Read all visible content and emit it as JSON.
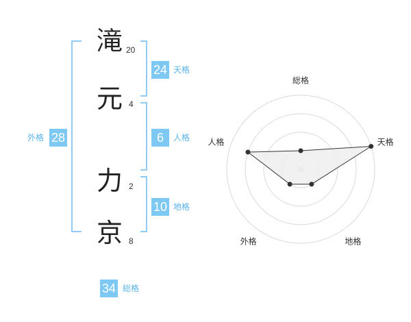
{
  "name_chars": [
    {
      "char": "滝",
      "strokes": "20"
    },
    {
      "char": "元",
      "strokes": "4"
    },
    {
      "char": "力",
      "strokes": "2"
    },
    {
      "char": "京",
      "strokes": "8"
    }
  ],
  "kaku": {
    "tenkaku": {
      "value": "24",
      "label": "天格"
    },
    "jinkaku": {
      "value": "6",
      "label": "人格"
    },
    "chikaku": {
      "value": "10",
      "label": "地格"
    },
    "gaikaku": {
      "value": "28",
      "label": "外格"
    },
    "soukaku": {
      "value": "34",
      "label": "総格"
    }
  },
  "colors": {
    "bracket": "#8fcbf3",
    "badge_bg": "#7ec8f4",
    "label": "#5ab4ea",
    "radar_fill": "#eeeeee",
    "radar_line": "#333333"
  },
  "chart_data": {
    "type": "radar",
    "axes": [
      "総格",
      "天格",
      "地格",
      "外格",
      "人格"
    ],
    "values": [
      1,
      4,
      1,
      1,
      3
    ],
    "rmax": 4,
    "rings": 4,
    "grid": true
  }
}
